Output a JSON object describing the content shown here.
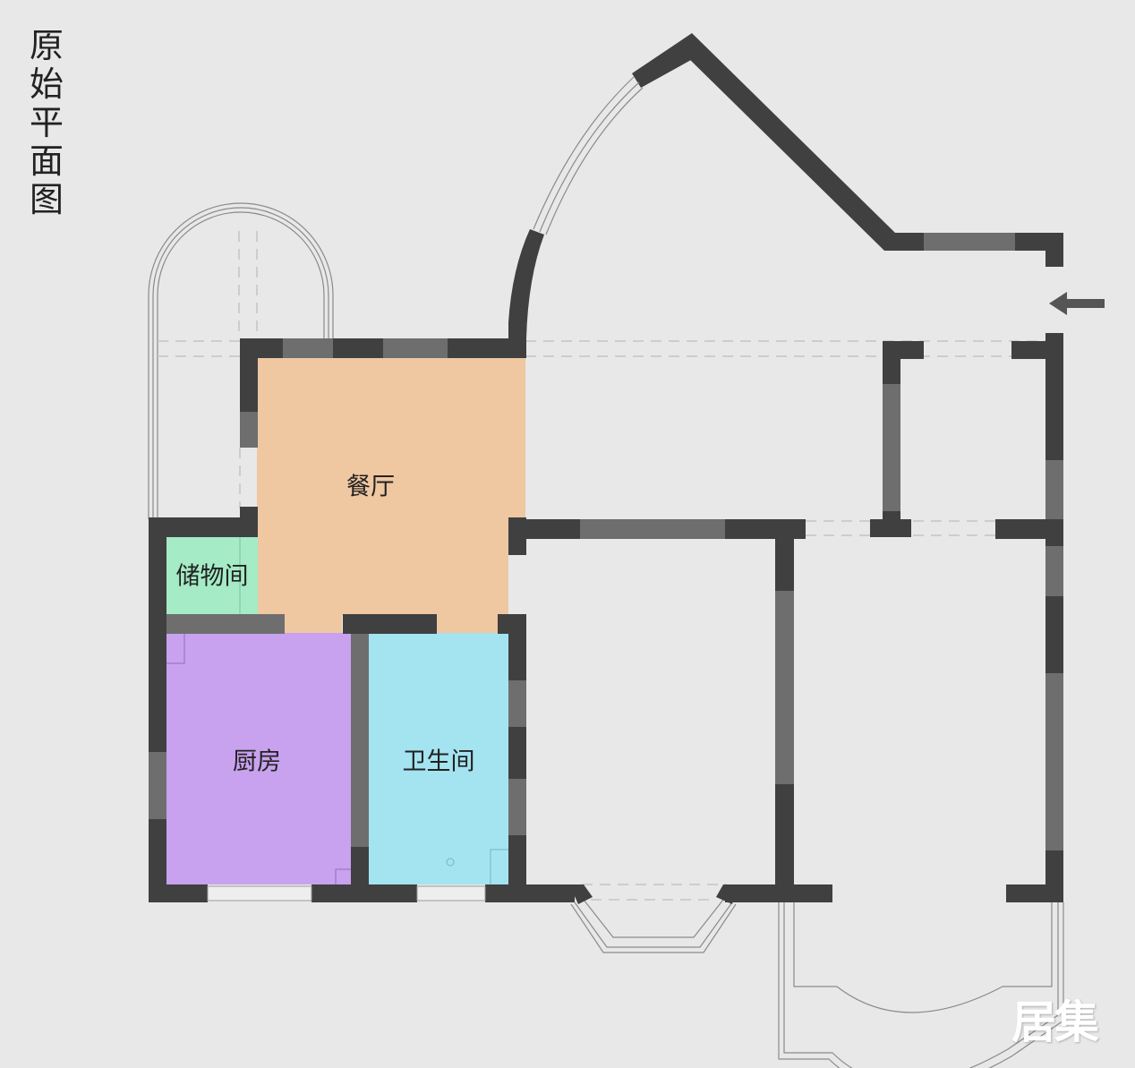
{
  "title": {
    "text": "原始平面图",
    "chars": [
      "原",
      "始",
      "平",
      "面",
      "图"
    ]
  },
  "rooms": [
    {
      "id": "dining",
      "label": "餐厅",
      "color": "#efc7a1"
    },
    {
      "id": "storage",
      "label": "储物间",
      "color": "#a4ebc6"
    },
    {
      "id": "kitchen",
      "label": "厨房",
      "color": "#c8a1ef"
    },
    {
      "id": "bathroom",
      "label": "卫生间",
      "color": "#a4e3f0"
    }
  ],
  "colors": {
    "background": "#e8e8e8",
    "wall": "#404040",
    "window_wall": "#6e6e6e",
    "dashed_line": "#c4c4c4",
    "outline": "#8a8a8a"
  },
  "entry": {
    "icon": "arrow-left-icon",
    "meaning": "entrance"
  },
  "watermark": {
    "text": "居集"
  }
}
